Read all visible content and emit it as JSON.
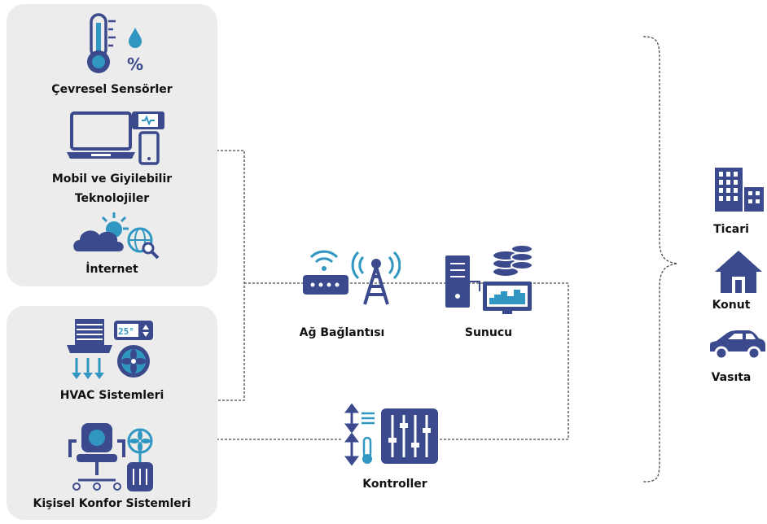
{
  "colors": {
    "primary": "#3b4a8c",
    "accent": "#2f97c1",
    "panel": "#ececec",
    "connector": "#4a4a4a"
  },
  "sources": {
    "group1": [
      {
        "label": "Çevresel Sensörler",
        "icon": "thermometer-humidity-icon"
      },
      {
        "label_line1": "Mobil ve Giyilebilir",
        "label_line2": "Teknolojiler",
        "icon": "laptop-phone-wearable-icon"
      },
      {
        "label": "İnternet",
        "icon": "cloud-weather-globe-icon"
      }
    ],
    "group2": [
      {
        "label": "HVAC Sistemleri",
        "icon": "hvac-vent-thermostat-fan-icon"
      },
      {
        "label": "Kişisel Konfor Sistemleri",
        "icon": "office-chair-fan-heater-icon"
      }
    ]
  },
  "middle": {
    "network": {
      "label": "Ağ Bağlantısı",
      "icon": "router-antenna-icon"
    },
    "server": {
      "label": "Sunucu",
      "icon": "server-database-monitor-icon"
    },
    "controller": {
      "label": "Kontroller",
      "icon": "slider-controls-icon"
    }
  },
  "targets": [
    {
      "label": "Ticari",
      "icon": "office-building-icon"
    },
    {
      "label": "Konut",
      "icon": "house-icon"
    },
    {
      "label": "Vasıta",
      "icon": "car-icon"
    }
  ]
}
